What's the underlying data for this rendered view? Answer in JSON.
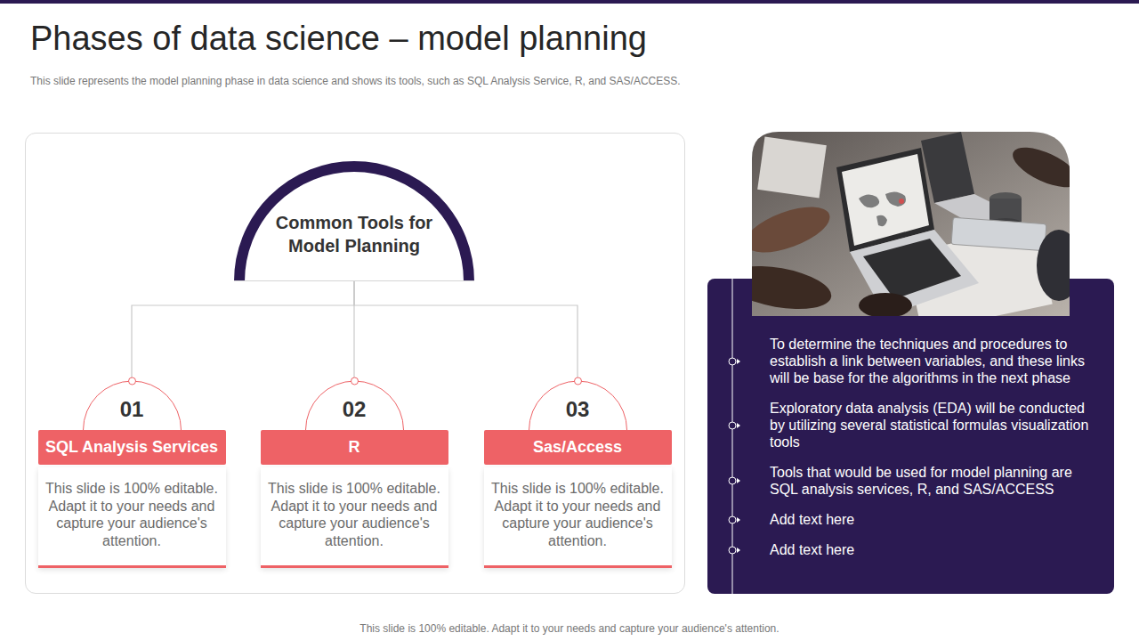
{
  "diagram": {
    "title": "Phases of data science – model planning",
    "caption": "This slide is 100% editable. Adapt it to your needs and capture your audience's attention.",
    "nodes": [
      {
        "text": [
          "Common Tools for Model Planning"
        ]
      },
      {
        "text": [
          "01",
          "SQL Analysis Services",
          "This slide is 100% editable. Adapt it to your needs and capture your audience's attention."
        ]
      },
      {
        "text": [
          "02",
          "R",
          "This slide is 100% editable. Adapt it to your needs and capture your audience's attention."
        ]
      },
      {
        "text": [
          "03",
          "Sas/Access",
          "This slide is 100% editable. Adapt it to your needs and capture your audience's attention."
        ]
      },
      {
        "text": [
          "To determine the techniques and procedures to establish a link between variables, and these links will be base for the algorithms in the next phase",
          "Exploratory data analysis (EDA) will be conducted by utilizing several statistical formulas visualization tools",
          "Tools that would be used for model planning are SQL analysis services, R, and SAS/ACCESS",
          "Add text here",
          "Add text here"
        ]
      }
    ],
    "edges": [
      {
        "from": 0,
        "to": 1,
        "arrow": "none"
      },
      {
        "from": 0,
        "to": 2,
        "arrow": "none"
      },
      {
        "from": 0,
        "to": 3,
        "arrow": "none"
      }
    ],
    "labels": [
      "This slide represents the model planning phase in data science and shows its tools, such as SQL Analysis Service, R, and SAS/ACCESS."
    ]
  }
}
